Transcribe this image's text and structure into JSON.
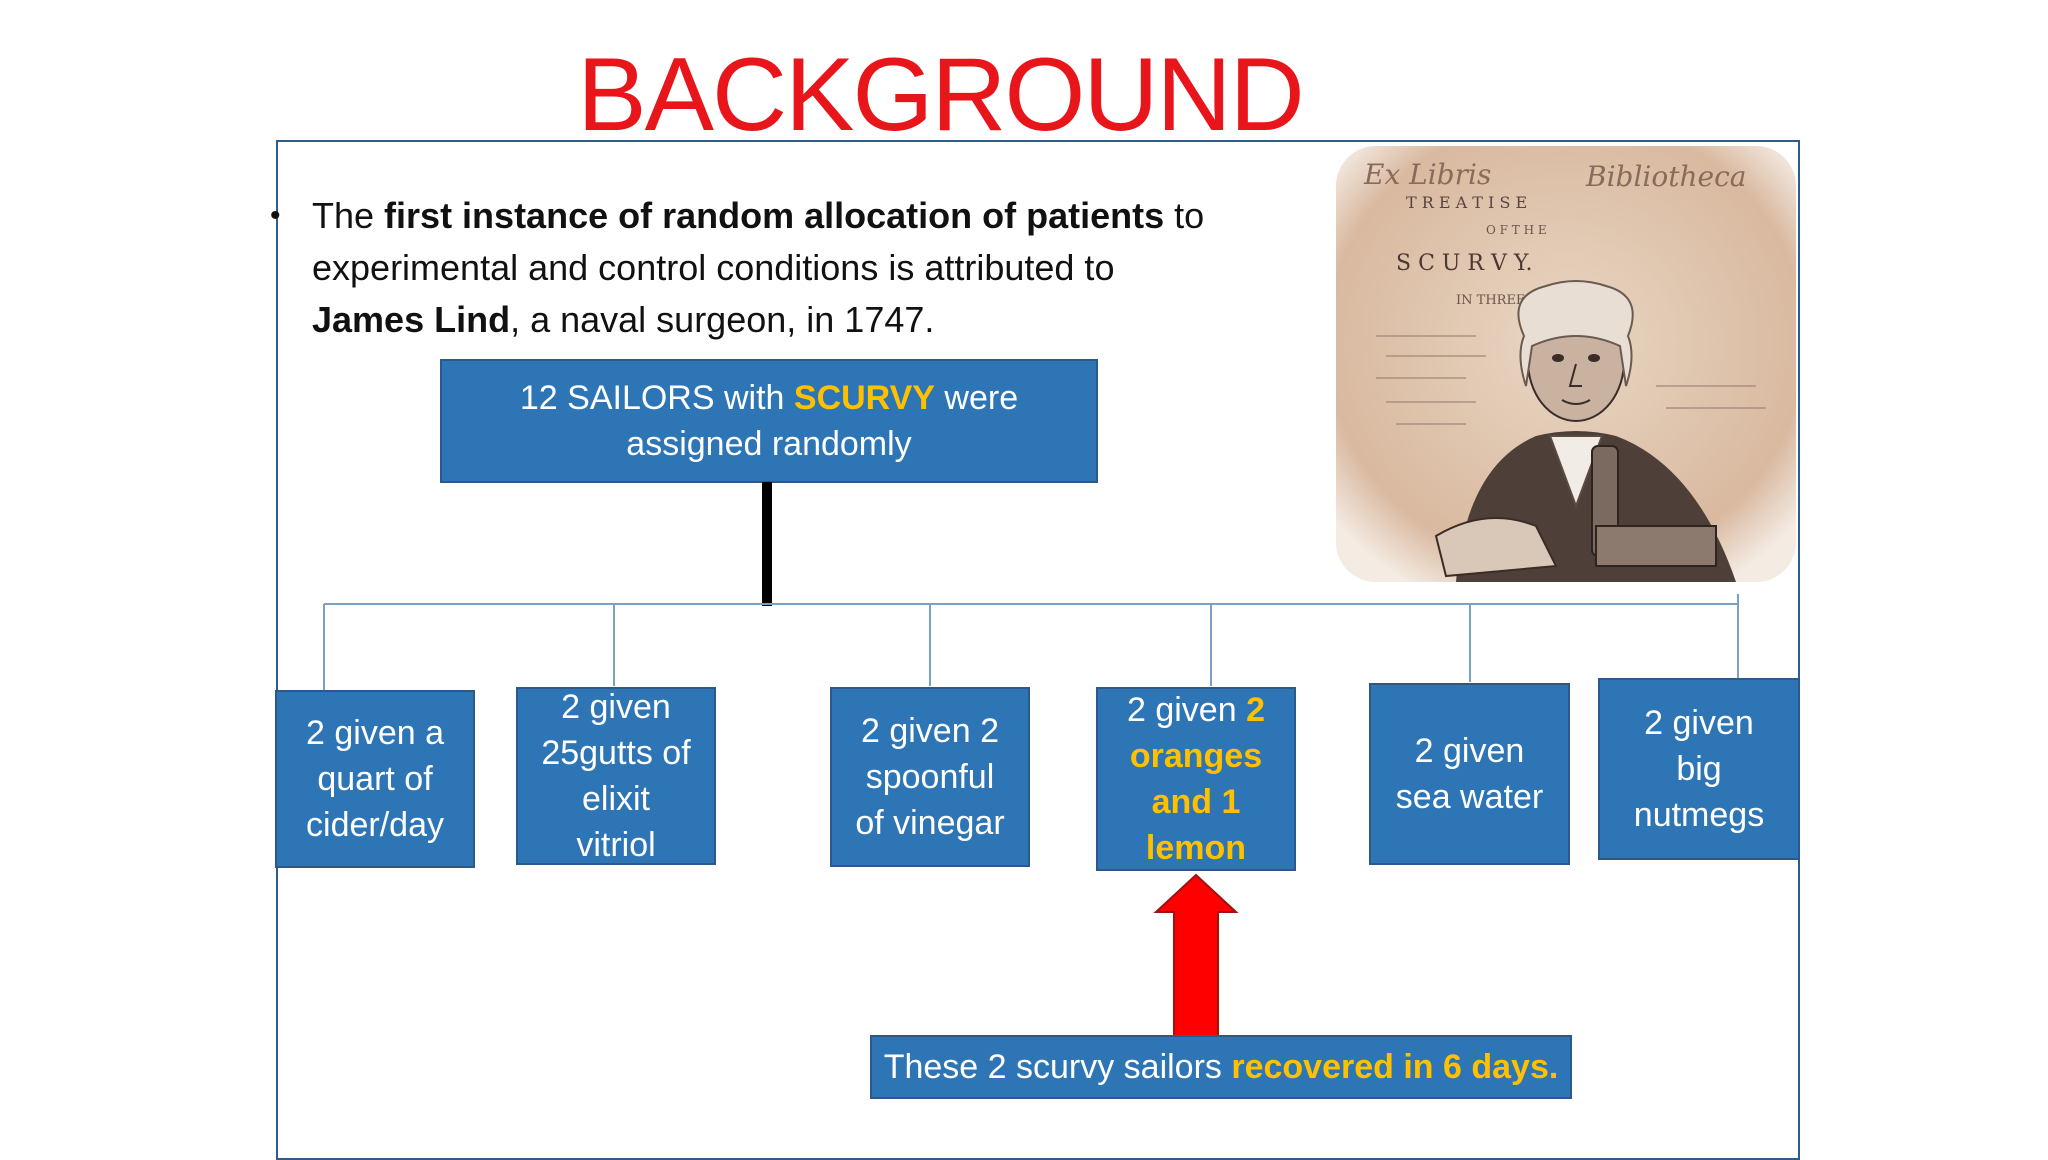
{
  "title": "BACKGROUND",
  "bullet": {
    "part1": "The ",
    "bold1": "first instance of random allocation of patients",
    "part2": " to experimental and control conditions is attributed to ",
    "bold2": "James Lind",
    "part3": ", a naval surgeon, in 1747."
  },
  "top_box": {
    "pre": "12  SAILORS  with ",
    "highlight": "SCURVY",
    "post": " were",
    "line2": "assigned randomly"
  },
  "groups": [
    {
      "lines": [
        "2 given a",
        "quart of",
        "cider/day"
      ]
    },
    {
      "lines": [
        "2 given",
        "25gutts of",
        "elixit",
        "vitriol"
      ]
    },
    {
      "lines": [
        "2 given 2",
        "spoonful",
        "of vinegar"
      ]
    },
    {
      "pre": "2 given ",
      "highlight_lines": [
        "2",
        "oranges",
        "and 1",
        "lemon"
      ]
    },
    {
      "lines": [
        "2 given",
        "sea water"
      ]
    },
    {
      "lines": [
        "2 given",
        "big",
        "nutmegs"
      ]
    }
  ],
  "result": {
    "pre": "These 2 scurvy sailors ",
    "highlight": "recovered in 6 days."
  },
  "image_text": {
    "line1": "Ex Libris",
    "line1b": "Bibliotheca",
    "line2": "T R E A T I S E",
    "line3": "O F  T H E",
    "line4": "S C U R V Y.",
    "line5": "IN THREE"
  },
  "colors": {
    "title": "#e8151b",
    "box_fill": "#2e75b6",
    "highlight": "#ffc000",
    "arrow": "#ff0000"
  }
}
